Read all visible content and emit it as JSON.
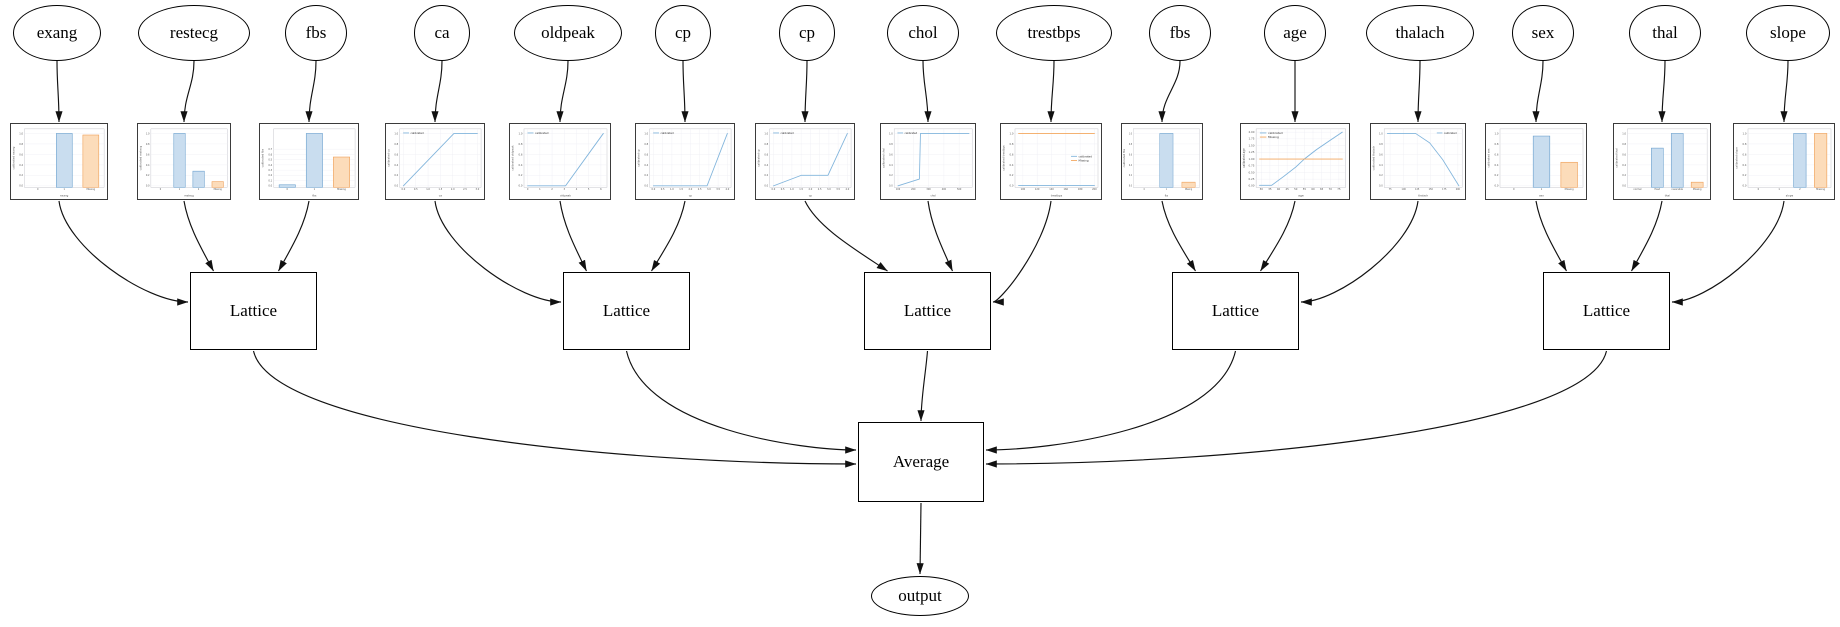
{
  "diagram": {
    "features": [
      {
        "label": "exang"
      },
      {
        "label": "restecg"
      },
      {
        "label": "fbs"
      },
      {
        "label": "ca"
      },
      {
        "label": "oldpeak"
      },
      {
        "label": "cp"
      },
      {
        "label": "cp"
      },
      {
        "label": "chol"
      },
      {
        "label": "trestbps"
      },
      {
        "label": "fbs"
      },
      {
        "label": "age"
      },
      {
        "label": "thalach"
      },
      {
        "label": "sex"
      },
      {
        "label": "thal"
      },
      {
        "label": "slope"
      }
    ],
    "lattices": [
      {
        "label": "Lattice"
      },
      {
        "label": "Lattice"
      },
      {
        "label": "Lattice"
      },
      {
        "label": "Lattice"
      },
      {
        "label": "Lattice"
      }
    ],
    "average": {
      "label": "Average"
    },
    "output": {
      "label": "output"
    },
    "connections": {
      "feature_to_chart": [
        [
          0,
          0
        ],
        [
          1,
          1
        ],
        [
          2,
          2
        ],
        [
          3,
          3
        ],
        [
          4,
          4
        ],
        [
          5,
          5
        ],
        [
          6,
          6
        ],
        [
          7,
          7
        ],
        [
          8,
          8
        ],
        [
          9,
          9
        ],
        [
          10,
          10
        ],
        [
          11,
          11
        ],
        [
          12,
          12
        ],
        [
          13,
          13
        ],
        [
          14,
          14
        ]
      ],
      "chart_groups_to_lattice": [
        [
          0,
          1,
          2
        ],
        [
          3,
          4,
          5
        ],
        [
          6,
          7,
          8
        ],
        [
          9,
          10,
          11
        ],
        [
          12,
          13,
          14
        ]
      ],
      "lattices_to": "Average",
      "average_to": "output"
    }
  },
  "colors": {
    "bar_blue_fill": "#c9ddef",
    "bar_blue_edge": "#699fcd",
    "bar_orange_fill": "#fcdcba",
    "bar_orange_edge": "#ee9d53",
    "line_blue": "#82b5dc",
    "line_orange": "#f3a75f",
    "edge_line": "#111111",
    "tick_text": "#555555",
    "grid": "#ebebf2",
    "spine": "#b8b8c0"
  },
  "chart_data": [
    {
      "id": "exang",
      "type": "bar",
      "xlabel": "exang",
      "ylabel": "calibrated exang",
      "ymax": 1.05,
      "yticks": [
        "0.0",
        "0.2",
        "0.4",
        "0.6",
        "0.8",
        "1.0"
      ],
      "categories": [
        "0",
        "1",
        "Missing"
      ],
      "values": [
        0,
        1.0,
        0.97
      ],
      "bar_colors": [
        "blue",
        "blue",
        "orange"
      ]
    },
    {
      "id": "restecg",
      "type": "bar",
      "xlabel": "restecg",
      "ylabel": "calibrated restecg",
      "ymax": 1.05,
      "yticks": [
        "0.0",
        "0.2",
        "0.4",
        "0.6",
        "0.8",
        "1.0"
      ],
      "categories": [
        "0",
        "1",
        "2",
        "Missing"
      ],
      "values": [
        0,
        1.0,
        0.28,
        0.08
      ],
      "bar_colors": [
        "blue",
        "blue",
        "blue",
        "orange"
      ]
    },
    {
      "id": "fbs",
      "type": "bar",
      "xlabel": "fbs",
      "ylabel": "calibrated fbs",
      "ymax": 1.05,
      "yticks": [
        "0.0",
        "0.1",
        "0.2",
        "0.3",
        "0.4",
        "0.5",
        "0.6",
        "0.7"
      ],
      "categories": [
        "0",
        "1",
        "Missing"
      ],
      "values": [
        0.02,
        1.0,
        0.55
      ],
      "bar_colors": [
        "blue",
        "blue",
        "orange"
      ]
    },
    {
      "id": "ca",
      "type": "line",
      "xlabel": "ca",
      "ylabel": "calibrated ca",
      "ymax": 1.05,
      "yticks": [
        "0.0",
        "0.2",
        "0.4",
        "0.6",
        "0.8",
        "1.0"
      ],
      "xlim": [
        -0.15,
        3.15
      ],
      "xtick_values": [
        0,
        0.5,
        1,
        1.5,
        2,
        2.5,
        3
      ],
      "xtick_labels": [
        "0.0",
        "0.5",
        "1.0",
        "1.5",
        "2.0",
        "2.5",
        "3.0"
      ],
      "series": [
        {
          "name": "calibrated",
          "color": "blue",
          "points": [
            [
              0,
              0
            ],
            [
              2.05,
              1
            ],
            [
              3,
              1
            ]
          ]
        }
      ],
      "legend": {
        "position": "top-left",
        "entries": [
          {
            "label": "calibrated",
            "color": "blue"
          }
        ]
      }
    },
    {
      "id": "oldpeak",
      "type": "line",
      "xlabel": "oldpeak",
      "ylabel": "calibrated oldpeak",
      "ymax": 1.05,
      "yticks": [
        "0.0",
        "0.2",
        "0.4",
        "0.6",
        "0.8",
        "1.0"
      ],
      "xlim": [
        -0.3,
        6.5
      ],
      "xtick_values": [
        0,
        1,
        2,
        3,
        4,
        5,
        6
      ],
      "xtick_labels": [
        "0",
        "1",
        "2",
        "3",
        "4",
        "5",
        "6"
      ],
      "series": [
        {
          "name": "calibrated",
          "color": "blue",
          "points": [
            [
              0,
              0
            ],
            [
              3.1,
              0
            ],
            [
              6.2,
              1
            ]
          ]
        }
      ],
      "legend": {
        "position": "top-left",
        "entries": [
          {
            "label": "calibrated",
            "color": "blue"
          }
        ]
      }
    },
    {
      "id": "cp",
      "type": "line",
      "xlabel": "cp",
      "ylabel": "calibrated cp",
      "ymax": 1.05,
      "yticks": [
        "0.0",
        "0.2",
        "0.4",
        "0.6",
        "0.8",
        "1.0"
      ],
      "xlim": [
        -0.2,
        4.2
      ],
      "xtick_values": [
        0,
        0.5,
        1,
        1.5,
        2,
        2.5,
        3,
        3.5,
        4
      ],
      "xtick_labels": [
        "0.0",
        "0.5",
        "1.0",
        "1.5",
        "2.0",
        "2.5",
        "3.0",
        "3.5",
        "4.0"
      ],
      "series": [
        {
          "name": "calibrated",
          "color": "blue",
          "points": [
            [
              0,
              0
            ],
            [
              2.9,
              0
            ],
            [
              4,
              1
            ]
          ]
        }
      ],
      "legend": {
        "position": "top-left",
        "entries": [
          {
            "label": "calibrated",
            "color": "blue"
          }
        ]
      }
    },
    {
      "id": "cp",
      "type": "line",
      "xlabel": "cp",
      "ylabel": "calibrated cp",
      "ymax": 1.05,
      "yticks": [
        "0.0",
        "0.2",
        "0.4",
        "0.6",
        "0.8",
        "1.0"
      ],
      "xlim": [
        -0.2,
        4.2
      ],
      "xtick_values": [
        0,
        0.5,
        1,
        1.5,
        2,
        2.5,
        3,
        3.5,
        4
      ],
      "xtick_labels": [
        "0.0",
        "0.5",
        "1.0",
        "1.5",
        "2.0",
        "2.5",
        "3.0",
        "3.5",
        "4.0"
      ],
      "series": [
        {
          "name": "calibrated",
          "color": "blue",
          "points": [
            [
              0,
              0
            ],
            [
              1.5,
              0.2
            ],
            [
              2.95,
              0.2
            ],
            [
              4,
              1
            ]
          ]
        }
      ],
      "legend": {
        "position": "top-left",
        "entries": [
          {
            "label": "calibrated",
            "color": "blue"
          }
        ]
      }
    },
    {
      "id": "chol",
      "type": "line",
      "xlabel": "chol",
      "ylabel": "calibrated chol",
      "ymax": 1.05,
      "yticks": [
        "0.0",
        "0.2",
        "0.4",
        "0.6",
        "0.8",
        "1.0"
      ],
      "xlim": [
        75,
        585
      ],
      "xtick_values": [
        100,
        200,
        300,
        400,
        500
      ],
      "xtick_labels": [
        "100",
        "200",
        "300",
        "400",
        "500"
      ],
      "series": [
        {
          "name": "calibrated",
          "color": "blue",
          "points": [
            [
              100,
              0
            ],
            [
              240,
              0.13
            ],
            [
              247,
              1
            ],
            [
              564,
              1
            ]
          ]
        }
      ],
      "legend": {
        "position": "top-left",
        "entries": [
          {
            "label": "calibrated",
            "color": "blue"
          }
        ]
      }
    },
    {
      "id": "trestbps",
      "type": "line",
      "xlabel": "trestbps",
      "ylabel": "calibrated trestbps",
      "ymax": 1.05,
      "yticks": [
        "0.0",
        "0.2",
        "0.4",
        "0.6",
        "0.8",
        "1.0"
      ],
      "xlim": [
        89,
        205
      ],
      "xtick_values": [
        100,
        120,
        140,
        160,
        180,
        200
      ],
      "xtick_labels": [
        "100",
        "120",
        "140",
        "160",
        "180",
        "200"
      ],
      "series": [
        {
          "name": "calibrated",
          "color": "blue",
          "points": [
            [
              94,
              0.005
            ],
            [
              200,
              0.005
            ]
          ]
        },
        {
          "name": "Missing",
          "color": "orange",
          "points": [
            [
              94,
              1
            ],
            [
              200,
              1
            ]
          ]
        }
      ],
      "legend": {
        "position": "center-right",
        "entries": [
          {
            "label": "calibrated",
            "color": "blue"
          },
          {
            "label": "Missing",
            "color": "orange"
          }
        ]
      }
    },
    {
      "id": "fbs",
      "type": "bar",
      "xlabel": "fbs",
      "ylabel": "calibrated fbs",
      "ymax": 1.05,
      "yticks": [
        "0.0",
        "0.2",
        "0.4",
        "0.6",
        "0.8",
        "1.0"
      ],
      "categories": [
        "0",
        "1",
        "Missing"
      ],
      "values": [
        0,
        1.0,
        0.07
      ],
      "bar_colors": [
        "blue",
        "blue",
        "orange"
      ]
    },
    {
      "id": "age",
      "type": "line",
      "xlabel": "age",
      "ylabel": "calibrated age",
      "ymax": 2.05,
      "yticks": [
        "0.00",
        "0.25",
        "0.50",
        "0.75",
        "1.00",
        "1.25",
        "1.50",
        "1.75",
        "2.00"
      ],
      "xlim": [
        27,
        79
      ],
      "xtick_values": [
        30,
        35,
        40,
        45,
        50,
        55,
        60,
        65,
        70,
        75
      ],
      "xtick_labels": [
        "30",
        "35",
        "40",
        "45",
        "50",
        "55",
        "60",
        "65",
        "70",
        "75"
      ],
      "series": [
        {
          "name": "calibrated",
          "color": "blue",
          "points": [
            [
              29,
              0.02
            ],
            [
              36,
              0.02
            ],
            [
              43,
              0.35
            ],
            [
              50,
              0.7
            ],
            [
              55,
              1.0
            ],
            [
              62,
              1.35
            ],
            [
              70,
              1.7
            ],
            [
              77,
              2.0
            ]
          ]
        },
        {
          "name": "Missing",
          "color": "orange",
          "points": [
            [
              29,
              1
            ],
            [
              77,
              1
            ]
          ]
        }
      ],
      "legend": {
        "position": "top-left",
        "entries": [
          {
            "label": "calibrated",
            "color": "blue"
          },
          {
            "label": "Missing",
            "color": "orange"
          }
        ]
      }
    },
    {
      "id": "thalach",
      "type": "line",
      "xlabel": "thalach",
      "ylabel": "calibrated thalach",
      "ymax": 1.05,
      "yticks": [
        "0.0",
        "0.2",
        "0.4",
        "0.6",
        "0.8",
        "1.0"
      ],
      "xlim": [
        64,
        208
      ],
      "xtick_values": [
        75,
        100,
        125,
        150,
        175,
        200
      ],
      "xtick_labels": [
        "75",
        "100",
        "125",
        "150",
        "175",
        "200"
      ],
      "series": [
        {
          "name": "calibrated",
          "color": "blue",
          "points": [
            [
              70,
              1
            ],
            [
              122,
              1
            ],
            [
              148,
              0.82
            ],
            [
              172,
              0.5
            ],
            [
              202,
              0
            ]
          ]
        }
      ],
      "legend": {
        "position": "top-right",
        "entries": [
          {
            "label": "calibrated",
            "color": "blue"
          }
        ]
      }
    },
    {
      "id": "sex",
      "type": "bar",
      "xlabel": "sex",
      "ylabel": "calibrated sex",
      "ymax": 1.05,
      "yticks": [
        "0.0",
        "0.2",
        "0.4",
        "0.6",
        "0.8",
        "1.0"
      ],
      "categories": [
        "0",
        "1",
        "Missing"
      ],
      "values": [
        0,
        0.95,
        0.45
      ],
      "bar_colors": [
        "blue",
        "blue",
        "orange"
      ]
    },
    {
      "id": "thal",
      "type": "bar",
      "xlabel": "thal",
      "ylabel": "calibrated thal",
      "ymax": 1.05,
      "yticks": [
        "0.0",
        "0.2",
        "0.4",
        "0.6",
        "0.8",
        "1.0"
      ],
      "categories": [
        "normal",
        "fixed",
        "reversible",
        "Missing"
      ],
      "values": [
        0,
        0.72,
        1.0,
        0.07
      ],
      "bar_colors": [
        "blue",
        "blue",
        "blue",
        "orange"
      ]
    },
    {
      "id": "slope",
      "type": "bar",
      "xlabel": "slope",
      "ylabel": "calibrated slope",
      "ymax": 1.05,
      "yticks": [
        "0.0",
        "0.2",
        "0.4",
        "0.6",
        "0.8",
        "1.0"
      ],
      "categories": [
        "0",
        "1",
        "2",
        "Missing"
      ],
      "values": [
        0,
        0,
        1.0,
        1.0
      ],
      "bar_colors": [
        "blue",
        "blue",
        "blue",
        "orange"
      ]
    }
  ]
}
